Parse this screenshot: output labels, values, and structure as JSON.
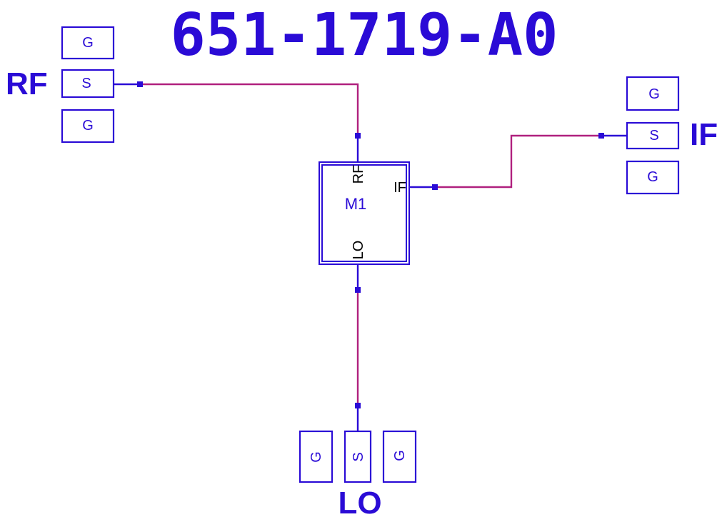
{
  "title": "651-1719-A0",
  "ports": {
    "rf": {
      "label": "RF",
      "pads": [
        "G",
        "S",
        "G"
      ]
    },
    "if": {
      "label": "IF",
      "pads": [
        "G",
        "S",
        "G"
      ]
    },
    "lo": {
      "label": "LO",
      "pads": [
        "G",
        "S",
        "G"
      ]
    }
  },
  "component": {
    "ref": "M1",
    "pins": {
      "rf": "RF",
      "if": "IF",
      "lo": "LO"
    }
  },
  "colors": {
    "symbol": "#2a0bd6",
    "wire": "#b0207e"
  }
}
